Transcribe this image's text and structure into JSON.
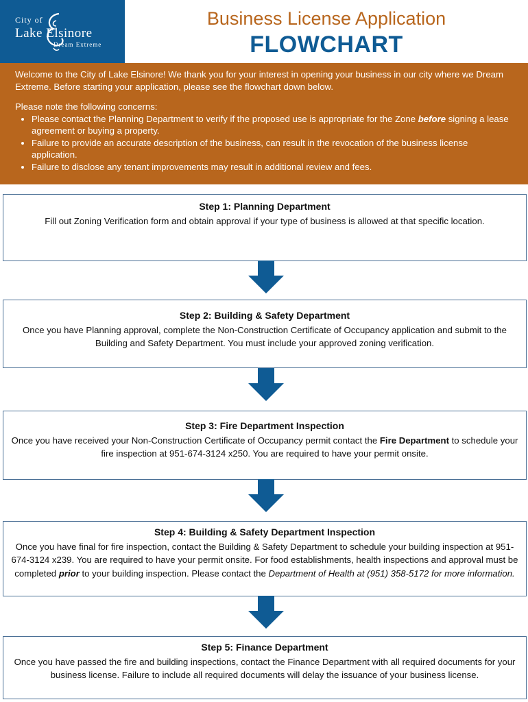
{
  "logo": {
    "city": "City of",
    "name": "Lake Elsinore",
    "tagline": "Dream Extreme",
    "color": "#0f5b94"
  },
  "header": {
    "title": "Business License Application",
    "subtitle": "FLOWCHART",
    "title_color": "#b8661d",
    "subtitle_color": "#0f5b94"
  },
  "banner": {
    "intro": "Welcome to the City of Lake Elsinore! We thank you for your interest in opening your business in our city where we Dream Extreme. Before starting your application, please see the flowchart down below.",
    "concerns_title": "Please note the following concerns:",
    "concern1_pre": "Please contact the Planning Department to verify if the proposed use is appropriate for the Zone ",
    "concern1_em": "before",
    "concern1_post": " signing a lease agreement or buying a property.",
    "concern2": "Failure to provide an accurate description of the business, can result in the revocation of the business license application.",
    "concern3": "Failure to disclose any tenant improvements may result in additional review and fees.",
    "color": "#b8661d"
  },
  "steps": [
    {
      "title": "Step 1: Planning Department",
      "body": "Fill out Zoning Verification form and obtain approval if your type of business is allowed at that specific location."
    },
    {
      "title": "Step 2: Building & Safety Department",
      "body": "Once you have Planning approval, complete the Non-Construction Certificate of Occupancy application and submit to the Building and Safety Department. You must include your approved zoning verification."
    },
    {
      "title": "Step 3: Fire Department Inspection",
      "body_pre": "Once you have received your Non-Construction Certificate of Occupancy permit contact the ",
      "body_bold": "Fire Department",
      "body_post": " to schedule your fire inspection at 951-674-3124 x250. You are required to have your permit onsite."
    },
    {
      "title": "Step 4: Building & Safety Department Inspection",
      "body_pre": "Once you have final for fire inspection, contact the Building & Safety Department to schedule your building inspection at 951-674-3124 x239. You are required to have your permit onsite. For food establishments, health inspections and approval must be completed ",
      "body_em": "prior",
      "body_mid": " to your building inspection. Please contact the ",
      "body_italic": "Department of Health at (951) 358-5172 for more information."
    },
    {
      "title": "Step 5: Finance Department",
      "body": "Once you have passed the fire and building inspections, contact the Finance Department with all required documents for your business license. Failure to include all required documents will delay the issuance of your business license."
    }
  ],
  "arrow_color": "#0f5b94"
}
